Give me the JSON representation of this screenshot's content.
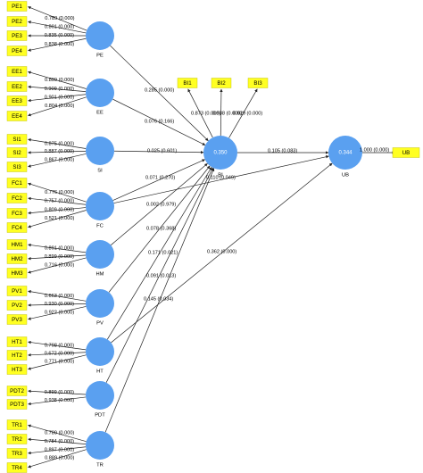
{
  "colors": {
    "indicator_fill": "#ffff22",
    "indicator_stroke": "#b8b800",
    "construct_fill": "#5aa0f0",
    "line": "#222222"
  },
  "constructs": [
    {
      "id": "PE",
      "label": "PE",
      "indicators": [
        "PE1",
        "PE2",
        "PE3",
        "PE4"
      ],
      "loadings": [
        "0.789 (0.000)",
        "0.801 (0.000)",
        "0.835 (0.000)",
        "0.838 (0.000)"
      ]
    },
    {
      "id": "EE",
      "label": "EE",
      "indicators": [
        "EE1",
        "EE2",
        "EE3",
        "EE4"
      ],
      "loadings": [
        "0.899 (0.000)",
        "0.909 (0.000)",
        "0.901 (0.000)",
        "0.804 (0.000)"
      ]
    },
    {
      "id": "SI",
      "label": "SI",
      "indicators": [
        "SI1",
        "SI2",
        "SI3"
      ],
      "loadings": [
        "0.875 (0.000)",
        "0.887 (0.000)",
        "0.867 (0.000)"
      ]
    },
    {
      "id": "FC",
      "label": "FC",
      "indicators": [
        "FC1",
        "FC2",
        "FC3",
        "FC4"
      ],
      "loadings": [
        "0.776 (0.000)",
        "0.757 (0.000)",
        "0.809 (0.000)",
        "0.521 (0.000)"
      ]
    },
    {
      "id": "HM",
      "label": "HM",
      "indicators": [
        "HM1",
        "HM2",
        "HM3"
      ],
      "loadings": [
        "0.891 (0.000)",
        "0.899 (0.000)",
        "0.716 (0.000)"
      ]
    },
    {
      "id": "PV",
      "label": "PV",
      "indicators": [
        "PV1",
        "PV2",
        "PV3"
      ],
      "loadings": [
        "0.663 (0.000)",
        "0.930 (0.000)",
        "0.922 (0.000)"
      ]
    },
    {
      "id": "HT",
      "label": "HT",
      "indicators": [
        "HT1",
        "HT2",
        "HT3"
      ],
      "loadings": [
        "0.798 (0.000)",
        "0.672 (0.000)",
        "0.771 (0.000)"
      ]
    },
    {
      "id": "PDT",
      "label": "PDT",
      "indicators": [
        "PDT2",
        "PDT3"
      ],
      "loadings": [
        "0.899 (0.000)",
        "0.938 (0.000)"
      ]
    },
    {
      "id": "TR",
      "label": "TR",
      "indicators": [
        "TR1",
        "TR2",
        "TR3",
        "TR4"
      ],
      "loadings": [
        "0.789 (0.000)",
        "0.784 (0.000)",
        "0.897 (0.000)",
        "0.889 (0.000)"
      ]
    }
  ],
  "bi": {
    "label": "BI",
    "r2": "0.350",
    "indicators": [
      "BI1",
      "BI2",
      "BI3"
    ],
    "loadings": [
      "0.873 (0.000)",
      "0.938 (0.000)",
      "0.929 (0.000)"
    ]
  },
  "ub": {
    "label": "UB",
    "r2": "0.344",
    "indicator": "UB",
    "loading": "1.000 (0.000)"
  },
  "paths": [
    {
      "from": "PE",
      "to": "BI",
      "label": "0.285 (0.000)"
    },
    {
      "from": "EE",
      "to": "BI",
      "label": "0.076 (0.166)"
    },
    {
      "from": "SI",
      "to": "BI",
      "label": "0.025 (0.601)"
    },
    {
      "from": "FC",
      "to": "BI",
      "label": "0.071 (0.270)"
    },
    {
      "from": "FC",
      "to": "UB",
      "label": "0.110 (0.049)"
    },
    {
      "from": "HM",
      "to": "BI",
      "label": "0.002 (0.979)"
    },
    {
      "from": "PV",
      "to": "BI",
      "label": "0.078 (0.368)"
    },
    {
      "from": "HT",
      "to": "BI",
      "label": "0.171 (0.021)"
    },
    {
      "from": "HT",
      "to": "UB",
      "label": "0.362 (0.000)"
    },
    {
      "from": "PDT",
      "to": "BI",
      "label": "0.091 (0.013)"
    },
    {
      "from": "TR",
      "to": "BI",
      "label": "0.145 (0.034)"
    },
    {
      "from": "BI",
      "to": "UB",
      "label": "0.105 (0.083)"
    }
  ]
}
